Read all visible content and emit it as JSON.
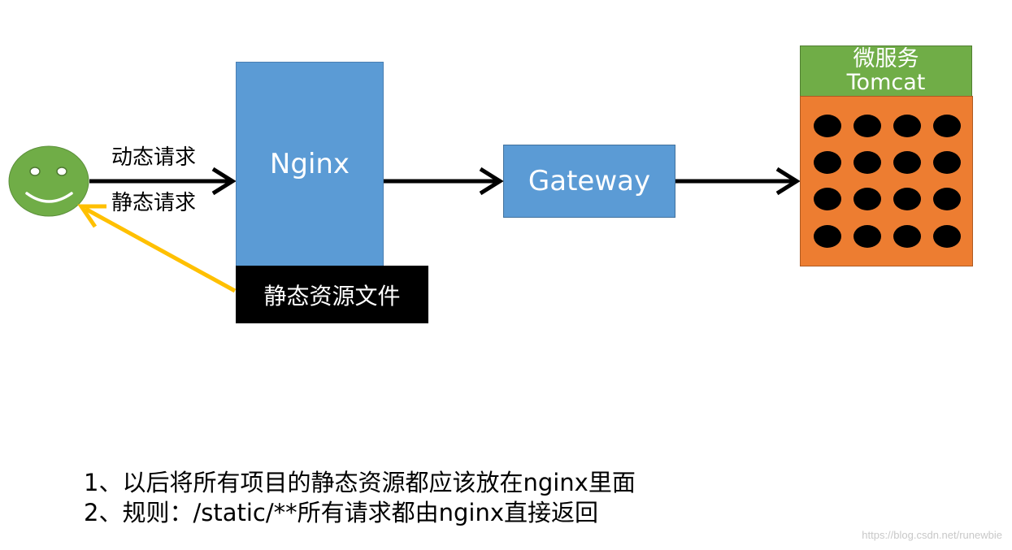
{
  "diagram": {
    "labels": {
      "dynamic_request": "动态请求",
      "static_request": "静态请求"
    },
    "nodes": {
      "nginx": "Nginx",
      "static_files": "静态资源文件",
      "gateway": "Gateway",
      "microservice_title": "微服务",
      "microservice_subtitle": "Tomcat"
    },
    "colors": {
      "user": "#70ad47",
      "nginx": "#5b9bd5",
      "gateway": "#5b9bd5",
      "microservice_header": "#70ad47",
      "microservice_body": "#ed7d31",
      "static_files": "#000000",
      "return_arrow": "#ffc000",
      "arrows": "#000000"
    }
  },
  "notes": [
    "1、以后将所有项目的静态资源都应该放在nginx里面",
    "2、规则：/static/**所有请求都由nginx直接返回"
  ],
  "watermark": "https://blog.csdn.net/runewbie"
}
